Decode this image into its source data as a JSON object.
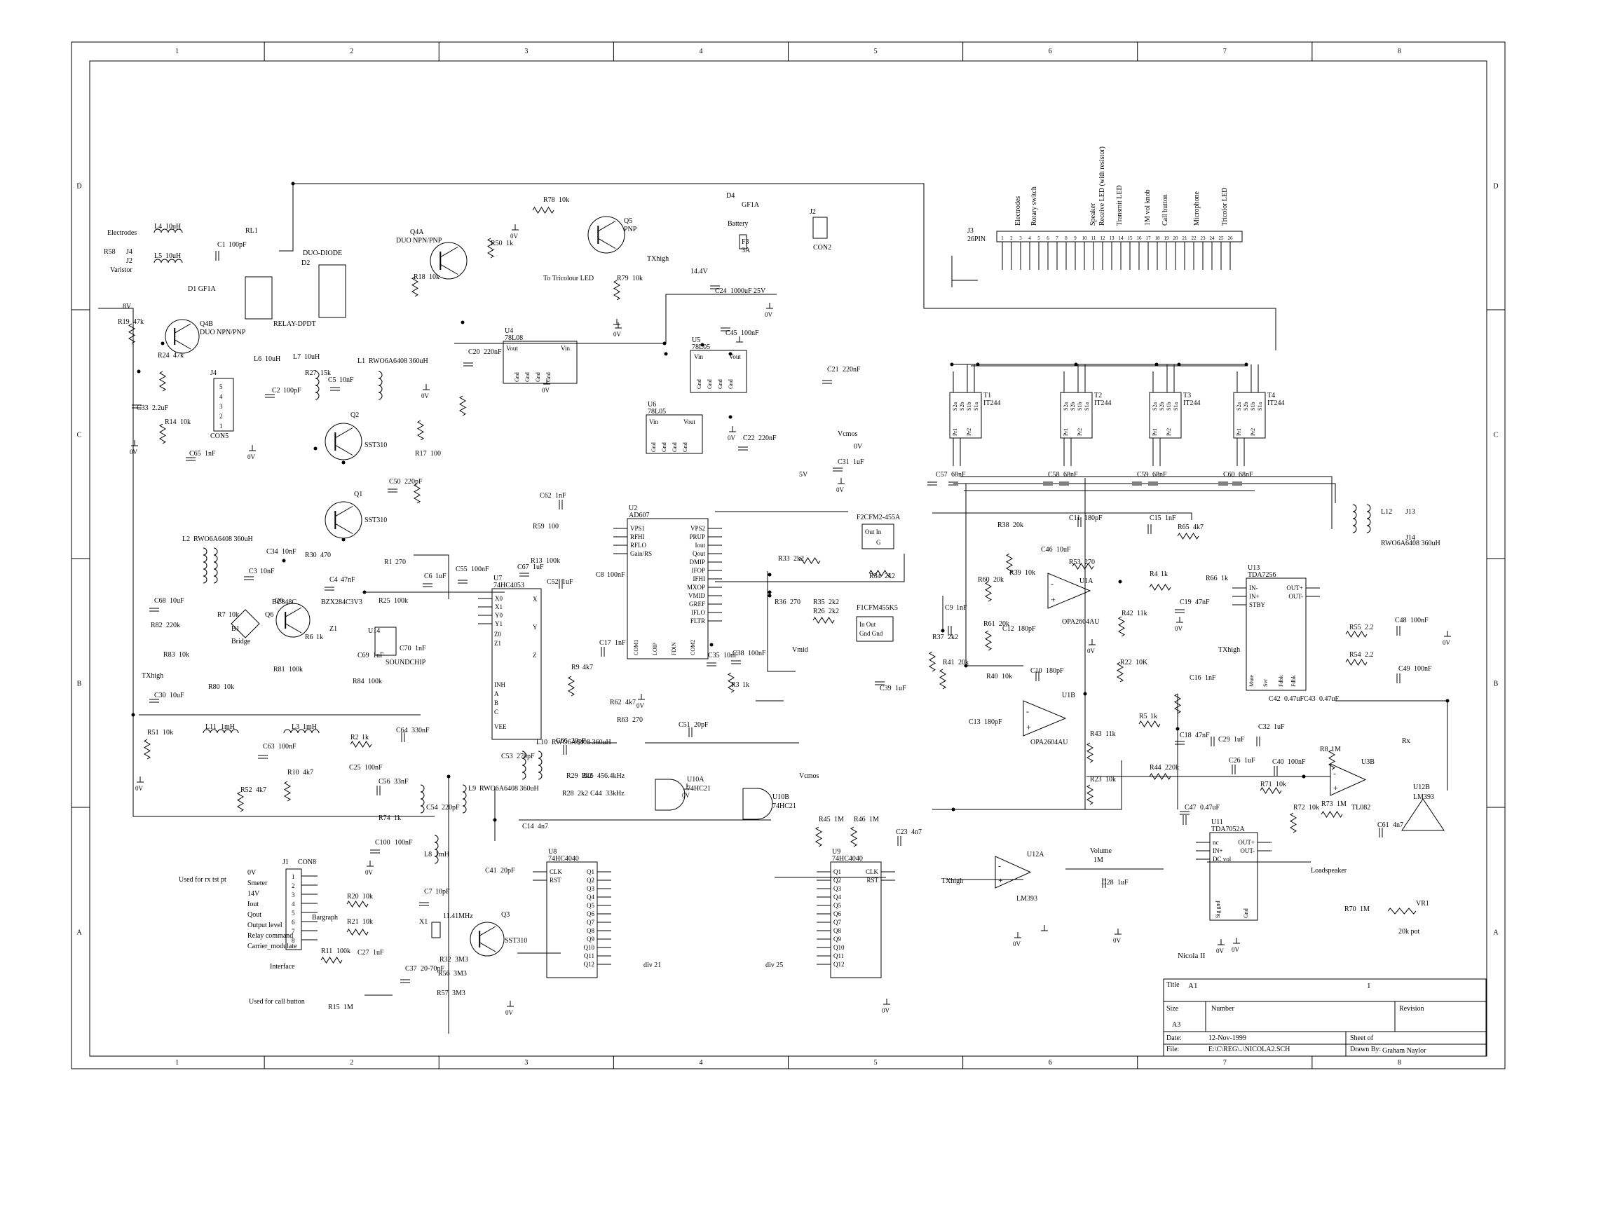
{
  "grid": {
    "columns": [
      "1",
      "2",
      "3",
      "4",
      "5",
      "6",
      "7",
      "8"
    ],
    "rows": [
      "D",
      "C",
      "B",
      "A"
    ]
  },
  "title_block": {
    "title_label": "Title",
    "title_value": "A1",
    "title_value_right": "1",
    "size_label": "Size",
    "size_value": "A3",
    "number_label": "Number",
    "revision_label": "Revision",
    "date_label": "Date:",
    "date_value": "12-Nov-1999",
    "sheet_label": "Sheet of",
    "file_label": "File:",
    "file_value": "E:\\C\\REG\\..\\NICOLA2.SCH",
    "drawn_label": "Drawn By:",
    "drawn_value": "Graham Naylor"
  },
  "annotations": {
    "project": "Nicola II",
    "rx_test_point": "Used for rx tst pt",
    "call_button": "Used for call button",
    "tricolour": "To Tricolour LED",
    "loudspeaker": "Loadspeaker",
    "div21": "div 21",
    "div25": "div 25",
    "interface": "Interface",
    "bargraph": "Bargraph",
    "volume": "Volume",
    "volume_value": "1M",
    "pot": "20k pot",
    "rx": "Rx",
    "txhigh": "TXhigh"
  },
  "connector_j3": {
    "ref": "J3",
    "type": "26PIN",
    "labels": [
      "Electrodes",
      "Rotary switch",
      "Speaker",
      "Receive LED (with resistor)",
      "Transmit LED",
      "1M vol knob",
      "Call button",
      "Microphone",
      "Tricolor LED"
    ],
    "pins": [
      "1",
      "2",
      "3",
      "4",
      "5",
      "6",
      "7",
      "8",
      "9",
      "10",
      "11",
      "12",
      "13",
      "14",
      "15",
      "16",
      "17",
      "18",
      "19",
      "20",
      "21",
      "22",
      "23",
      "24",
      "25",
      "26"
    ]
  },
  "con8": {
    "ref": "J1",
    "name": "CON8",
    "signals": [
      "0V",
      "Smeter",
      "14V",
      "Iout",
      "Qout",
      "Output level",
      "Relay command",
      "Carrier_modulate"
    ],
    "pins": [
      "1",
      "2",
      "3",
      "4",
      "5",
      "6",
      "7",
      "8"
    ]
  },
  "ics": {
    "u2": {
      "ref": "U2",
      "part": "AD607",
      "left_pins": [
        "VPS1",
        "RFHI",
        "RFLO",
        "Gain/RS"
      ],
      "right_pins": [
        "VPS2",
        "PRUP",
        "Iout",
        "Qout",
        "DMIP",
        "IFOP",
        "IFHI",
        "MXOP",
        "VMID",
        "GREF",
        "IFLO",
        "FLTR"
      ],
      "bottom_pins": [
        "COM1",
        "LOIP",
        "FDIN",
        "COM2"
      ]
    },
    "u7": {
      "ref": "U7",
      "part": "74HC4053",
      "pins": [
        "X0",
        "X1",
        "X",
        "Y0",
        "Y1",
        "Y",
        "Z0",
        "Z1",
        "Z",
        "INH",
        "A",
        "B",
        "C",
        "VEE"
      ]
    },
    "u8": {
      "ref": "U8",
      "part": "74HC4040",
      "pins": [
        "CLK",
        "RST",
        "Q1",
        "Q2",
        "Q3",
        "Q4",
        "Q5",
        "Q6",
        "Q7",
        "Q8",
        "Q9",
        "Q10",
        "Q11",
        "Q12"
      ]
    },
    "u9": {
      "ref": "U9",
      "part": "74HC4040",
      "pins": [
        "CLK",
        "RST",
        "Q1",
        "Q2",
        "Q3",
        "Q4",
        "Q5",
        "Q6",
        "Q7",
        "Q8",
        "Q9",
        "Q10",
        "Q11",
        "Q12"
      ]
    },
    "u13": {
      "ref": "U13",
      "part": "TDA7256",
      "pins": [
        "IN-",
        "IN+",
        "STBY",
        "OUT+",
        "OUT-",
        "Mute",
        "Svr",
        "Fdbk",
        "Fdbk"
      ]
    },
    "u11": {
      "ref": "U11",
      "part": "TDA7052A",
      "pins": [
        "nc",
        "IN+",
        "DC vol",
        "OUT+",
        "OUT-",
        "Sig gnd",
        "Gnd"
      ]
    },
    "u1a": {
      "ref": "U1A",
      "part": "OPA2604AU"
    },
    "u1b": {
      "ref": "U1B",
      "part": "OPA2604AU"
    },
    "u4": {
      "ref": "U4",
      "part": "78L08",
      "pins": [
        "Vout",
        "Vin",
        "Gnd",
        "Gnd",
        "Gnd",
        "Gnd"
      ]
    },
    "u5": {
      "ref": "U5",
      "part": "78L05",
      "pins": [
        "Vin",
        "Vout",
        "Gnd",
        "Gnd",
        "Gnd",
        "Gnd"
      ]
    },
    "u6": {
      "ref": "U6",
      "part": "78L05",
      "pins": [
        "Vin",
        "Vout",
        "Gnd",
        "Gnd",
        "Gnd",
        "Gnd"
      ]
    },
    "u10a": {
      "ref": "U10A",
      "part": "74HC21"
    },
    "u10b": {
      "ref": "U10B",
      "part": "74HC21"
    },
    "u12a": {
      "ref": "U12A",
      "part": "LM393"
    },
    "u12b": {
      "ref": "U12B",
      "part": "LM393"
    },
    "u3b": {
      "ref": "U3B",
      "part": "TL082"
    },
    "u14": {
      "ref": "U14",
      "part": "SOUNDCHIP"
    },
    "f1": {
      "ref": "F1",
      "part": "CFM455K5",
      "pins": [
        "In",
        "Out",
        "Gnd",
        "Gnd"
      ]
    },
    "f2": {
      "ref": "F2",
      "part": "CFM2-455A",
      "pins": [
        "Out",
        "In",
        "G"
      ]
    }
  },
  "transformers": [
    {
      "ref": "T1",
      "part": "IT244",
      "pins": [
        "S2a",
        "S2b",
        "S1b",
        "S1a",
        "Pr1",
        "Pr2"
      ]
    },
    {
      "ref": "T2",
      "part": "IT244",
      "pins": [
        "S2a",
        "S2b",
        "S1b",
        "S1a",
        "Pr1",
        "Pr2"
      ]
    },
    {
      "ref": "T3",
      "part": "IT244",
      "pins": [
        "S2a",
        "S2b",
        "S1b",
        "S1a",
        "Pr1",
        "Pr2"
      ]
    },
    {
      "ref": "T4",
      "part": "IT244",
      "pins": [
        "S2a",
        "S2b",
        "S1b",
        "S1a",
        "Pr1",
        "Pr2"
      ]
    }
  ],
  "transistors": [
    {
      "ref": "Q1",
      "part": "SST310"
    },
    {
      "ref": "Q2",
      "part": "SST310"
    },
    {
      "ref": "Q3",
      "part": "SST310"
    },
    {
      "ref": "Q4A",
      "part": "DUO NPN/PNP"
    },
    {
      "ref": "Q4B",
      "part": "DUO NPN/PNP"
    },
    {
      "ref": "Q5",
      "part": "PNP"
    },
    {
      "ref": "Q6",
      "part": "BC848C"
    }
  ],
  "misc": {
    "relay": {
      "ref": "RL1",
      "part": "RELAY-DPDT"
    },
    "diode_bridge": {
      "ref": "D2",
      "part": "DUO-DIODE"
    },
    "bridge": {
      "ref": "B1",
      "part": "Bridge"
    },
    "zener": {
      "ref": "Z1",
      "part": "BZX284C3V3"
    },
    "crystal": {
      "ref": "X1",
      "part": "11.41MHz"
    },
    "battery": {
      "ref": "J2",
      "part": "CON2",
      "label": "Battery"
    },
    "fuse": {
      "ref": "F3",
      "value": "3A"
    },
    "d1": {
      "ref": "D1",
      "part": "GF1A"
    },
    "d4": {
      "ref": "D4",
      "part": "GF1A"
    },
    "con5": {
      "ref": "J4",
      "part": "CON5"
    },
    "varistor": {
      "ref": "R58",
      "part": "Varistor",
      "connector": "J4",
      "connector2": "J2",
      "label": "Electrodes"
    },
    "l12": {
      "ref": "L12",
      "part": "RWO6A6408 360uH",
      "jacks": [
        "J13",
        "J14"
      ]
    },
    "vr1": {
      "ref": "VR1"
    }
  },
  "passives": [
    {
      "ref": "L4",
      "value": "10uH"
    },
    {
      "ref": "L5",
      "value": "10uH"
    },
    {
      "ref": "C1",
      "value": "100pF"
    },
    {
      "ref": "R19",
      "value": "47k"
    },
    {
      "ref": "R24",
      "value": "47k"
    },
    {
      "ref": "C33",
      "value": "2.2uF"
    },
    {
      "ref": "R14",
      "value": "10k"
    },
    {
      "ref": "C65",
      "value": "1nF"
    },
    {
      "ref": "L6",
      "value": "10uH"
    },
    {
      "ref": "L7",
      "value": "10uH"
    },
    {
      "ref": "C2",
      "value": "100pF"
    },
    {
      "ref": "R27",
      "value": "15k"
    },
    {
      "ref": "C5",
      "value": "10nF"
    },
    {
      "ref": "L1",
      "value": "RWO6A6408 360uH"
    },
    {
      "ref": "R17",
      "value": "100"
    },
    {
      "ref": "C50",
      "value": "220pF"
    },
    {
      "ref": "R18",
      "value": "10k"
    },
    {
      "ref": "R50",
      "value": "1k"
    },
    {
      "ref": "R78",
      "value": "10k"
    },
    {
      "ref": "R79",
      "value": "10k"
    },
    {
      "ref": "C24",
      "value": "1000uF 25V"
    },
    {
      "ref": "C45",
      "value": "100nF"
    },
    {
      "ref": "C20",
      "value": "220nF"
    },
    {
      "ref": "C21",
      "value": "220nF"
    },
    {
      "ref": "C22",
      "value": "220nF"
    },
    {
      "ref": "C31",
      "value": "1uF"
    },
    {
      "ref": "L2",
      "value": "RWO6A6408 360uH"
    },
    {
      "ref": "C34",
      "value": "10nF"
    },
    {
      "ref": "R30",
      "value": "470"
    },
    {
      "ref": "C3",
      "value": "10nF"
    },
    {
      "ref": "C4",
      "value": "47nF"
    },
    {
      "ref": "R1",
      "value": "270"
    },
    {
      "ref": "C68",
      "value": "10uF"
    },
    {
      "ref": "R82",
      "value": "220k"
    },
    {
      "ref": "R7",
      "value": "10k"
    },
    {
      "ref": "R83",
      "value": "10k"
    },
    {
      "ref": "R80",
      "value": "10k"
    },
    {
      "ref": "C30",
      "value": "10uF"
    },
    {
      "ref": "R81",
      "value": "100k"
    },
    {
      "ref": "R6",
      "value": "1k"
    },
    {
      "ref": "R25",
      "value": "100k"
    },
    {
      "ref": "C69",
      "value": "1uF"
    },
    {
      "ref": "C70",
      "value": "1nF"
    },
    {
      "ref": "R84",
      "value": "100k"
    },
    {
      "ref": "R51",
      "value": "10k"
    },
    {
      "ref": "L11",
      "value": "1mH"
    },
    {
      "ref": "L3",
      "value": "1mH"
    },
    {
      "ref": "R2",
      "value": "1k"
    },
    {
      "ref": "C64",
      "value": "330nF"
    },
    {
      "ref": "C62",
      "value": "1nF"
    },
    {
      "ref": "R59",
      "value": "100"
    },
    {
      "ref": "C63",
      "value": "100nF"
    },
    {
      "ref": "C25",
      "value": "100nF"
    },
    {
      "ref": "R10",
      "value": "4k7"
    },
    {
      "ref": "R52",
      "value": "4k7"
    },
    {
      "ref": "C56",
      "value": "33nF"
    },
    {
      "ref": "R74",
      "value": "1k"
    },
    {
      "ref": "C100",
      "value": "100nF"
    },
    {
      "ref": "R20",
      "value": "10k"
    },
    {
      "ref": "R21",
      "value": "10k"
    },
    {
      "ref": "R11",
      "value": "100k"
    },
    {
      "ref": "C27",
      "value": "1uF"
    },
    {
      "ref": "R15",
      "value": "1M"
    },
    {
      "ref": "L8",
      "value": "1mH"
    },
    {
      "ref": "C7",
      "value": "10pF"
    },
    {
      "ref": "C37",
      "value": "20-70pF"
    },
    {
      "ref": "R32",
      "value": "3M3"
    },
    {
      "ref": "R56",
      "value": "3M3"
    },
    {
      "ref": "R57",
      "value": "3M3"
    },
    {
      "ref": "C54",
      "value": "220pF"
    },
    {
      "ref": "L9",
      "value": "RWO6A6408 360uH"
    },
    {
      "ref": "C14",
      "value": "4n7"
    },
    {
      "ref": "C41",
      "value": "20pF"
    },
    {
      "ref": "C53",
      "value": "270pF"
    },
    {
      "ref": "L10",
      "value": "RWO6A6408 360uH"
    },
    {
      "ref": "R29",
      "value": "2k2"
    },
    {
      "ref": "R28",
      "value": "2k2"
    },
    {
      "ref": "C66",
      "value": "20pF"
    },
    {
      "ref": "C51",
      "value": "20pF"
    },
    {
      "ref": "R62",
      "value": "4k7"
    },
    {
      "ref": "R63",
      "value": "270"
    },
    {
      "ref": "C17",
      "value": "1nF"
    },
    {
      "ref": "R9",
      "value": "4k7"
    },
    {
      "ref": "C6",
      "value": "1uF"
    },
    {
      "ref": "C55",
      "value": "100nF"
    },
    {
      "ref": "C67",
      "value": "1uF"
    },
    {
      "ref": "R13",
      "value": "100k"
    },
    {
      "ref": "C52",
      "value": "1uF"
    },
    {
      "ref": "C8",
      "value": "100nF"
    },
    {
      "ref": "R33",
      "value": "2k2"
    },
    {
      "ref": "R34",
      "value": "2k2"
    },
    {
      "ref": "R36",
      "value": "270"
    },
    {
      "ref": "R35",
      "value": "2k2"
    },
    {
      "ref": "C35",
      "value": "10nF"
    },
    {
      "ref": "C38",
      "value": "100nF"
    },
    {
      "ref": "R3",
      "value": "1k"
    },
    {
      "ref": "C39",
      "value": "1uF"
    },
    {
      "ref": "C9",
      "value": "1nF"
    },
    {
      "ref": "R37",
      "value": "2k2"
    },
    {
      "ref": "R41",
      "value": "20k"
    },
    {
      "ref": "R38",
      "value": "20k"
    },
    {
      "ref": "R39",
      "value": "10k"
    },
    {
      "ref": "C46",
      "value": "10uF"
    },
    {
      "ref": "R53",
      "value": "270"
    },
    {
      "ref": "C11",
      "value": "180pF"
    },
    {
      "ref": "C15",
      "value": "1nF"
    },
    {
      "ref": "R65",
      "value": "4k7"
    },
    {
      "ref": "R60",
      "value": "20k"
    },
    {
      "ref": "R61",
      "value": "20k"
    },
    {
      "ref": "C12",
      "value": "180pF"
    },
    {
      "ref": "R42",
      "value": "11k"
    },
    {
      "ref": "R22",
      "value": "10K"
    },
    {
      "ref": "R4",
      "value": "1k"
    },
    {
      "ref": "C19",
      "value": "47nF"
    },
    {
      "ref": "R66",
      "value": "1k"
    },
    {
      "ref": "C10",
      "value": "180pF"
    },
    {
      "ref": "R40",
      "value": "10k"
    },
    {
      "ref": "C13",
      "value": "180pF"
    },
    {
      "ref": "R43",
      "value": "11k"
    },
    {
      "ref": "R23",
      "value": "10k"
    },
    {
      "ref": "R5",
      "value": "1k"
    },
    {
      "ref": "C18",
      "value": "47nF"
    },
    {
      "ref": "C16",
      "value": "1nF"
    },
    {
      "ref": "R44",
      "value": "220k"
    },
    {
      "ref": "C29",
      "value": "1uF"
    },
    {
      "ref": "C32",
      "value": "1uF"
    },
    {
      "ref": "C42",
      "value": "0.47uF"
    },
    {
      "ref": "C43",
      "value": "0.47uF"
    },
    {
      "ref": "C48",
      "value": "100nF"
    },
    {
      "ref": "C49",
      "value": "100nF"
    },
    {
      "ref": "R55",
      "value": "2.2"
    },
    {
      "ref": "R54",
      "value": "2.2"
    },
    {
      "ref": "C26",
      "value": "1uF"
    },
    {
      "ref": "C40",
      "value": "100nF"
    },
    {
      "ref": "R71",
      "value": "10k"
    },
    {
      "ref": "R8",
      "value": "1M"
    },
    {
      "ref": "R72",
      "value": "10k"
    },
    {
      "ref": "R73",
      "value": "1M"
    },
    {
      "ref": "C61",
      "value": "4n7"
    },
    {
      "ref": "C47",
      "value": "0.47uF"
    },
    {
      "ref": "C28",
      "value": "1uF"
    },
    {
      "ref": "R45",
      "value": "1M"
    },
    {
      "ref": "R46",
      "value": "1M"
    },
    {
      "ref": "C23",
      "value": "4n7"
    },
    {
      "ref": "R70",
      "value": "1M"
    },
    {
      "ref": "C57",
      "value": "68nF"
    },
    {
      "ref": "C58",
      "value": "68nF"
    },
    {
      "ref": "C59",
      "value": "68nF"
    },
    {
      "ref": "C60",
      "value": "68nF"
    },
    {
      "ref": "R26",
      "value": "2k2"
    },
    {
      "ref": "C44",
      "value": "33kHz"
    },
    {
      "ref": "R16",
      "value": "456.4kHz"
    }
  ],
  "rails": [
    "0V",
    "5V",
    "8V",
    "14.4V",
    "Vmid",
    "Vcmos",
    "Vcmos"
  ]
}
